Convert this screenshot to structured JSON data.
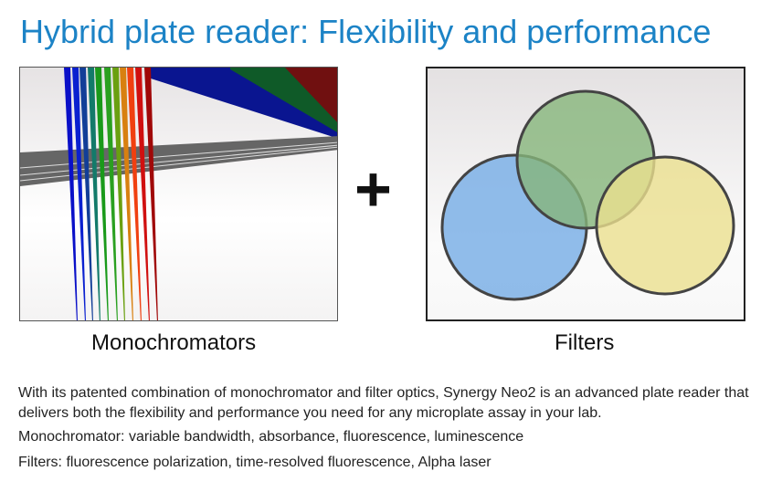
{
  "title": "Hybrid plate reader: Flexibility and performance",
  "plus_symbol": "+",
  "panels": {
    "left_caption": "Monochromators",
    "right_caption": "Filters"
  },
  "colors": {
    "title": "#1c83c6",
    "beams": [
      "#0a10c8",
      "#0a20d0",
      "#123e98",
      "#137a6a",
      "#1a9a1a",
      "#2aa020",
      "#6aa010",
      "#d88010",
      "#f04010",
      "#d01010",
      "#a00808"
    ],
    "circles": [
      "#7db0e6",
      "#86b57a",
      "#ebe08e"
    ]
  },
  "description": {
    "paragraph": "With its patented combination of monochromator and filter optics, Synergy Neo2 is an advanced plate reader that delivers both the flexibility and performance you need for any microplate assay in your lab.",
    "line1": "Monochromator: variable bandwidth, absorbance, fluorescence, luminescence",
    "line2": "Filters: fluorescence polarization, time-resolved fluorescence, Alpha laser"
  }
}
